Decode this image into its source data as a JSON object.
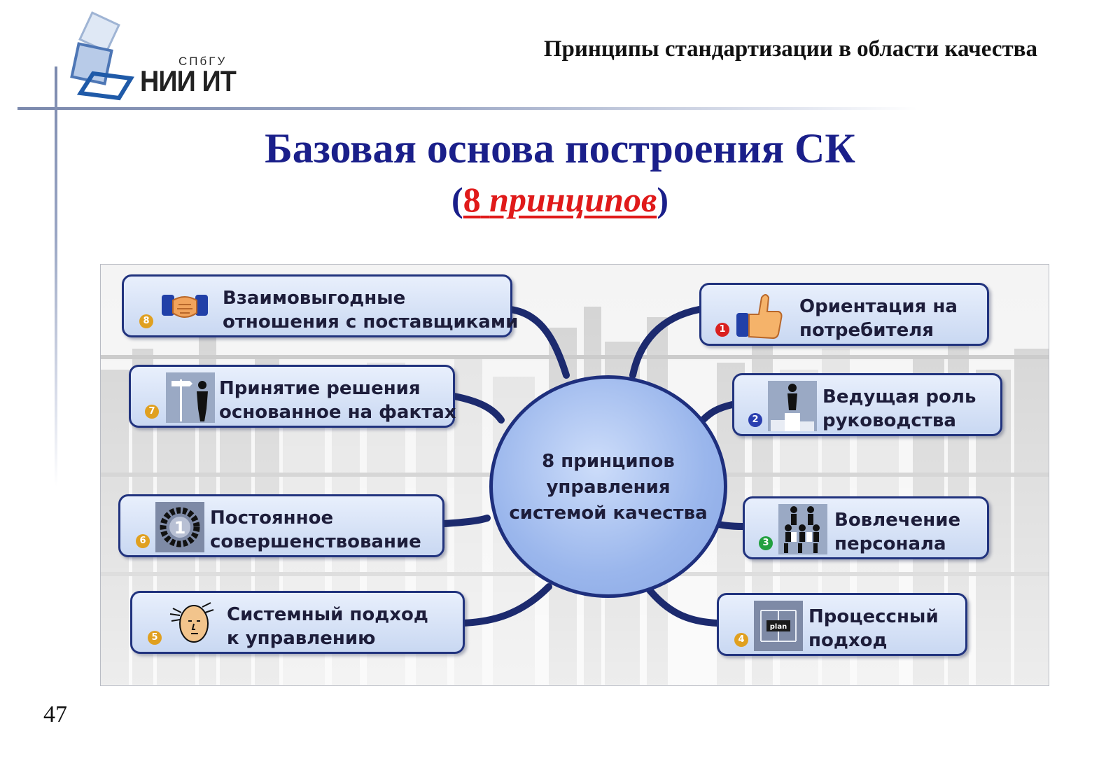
{
  "header": {
    "logo_org": "СПбГУ",
    "logo_name": "НИИ ИТ",
    "title": "Принципы стандартизации в области качества"
  },
  "slide": {
    "title": "Базовая основа построения СК",
    "subtitle_open": "(",
    "subtitle_num": "8",
    "subtitle_word": "принципов",
    "subtitle_close": ")",
    "page_number": "47"
  },
  "diagram": {
    "center_label": "8 принципов управления системой качества",
    "principles": [
      {
        "n": "1",
        "label": "Ориентация на потребителя",
        "icon": "thumbs-up-icon",
        "badge_color": "#d92020"
      },
      {
        "n": "2",
        "label": "Ведущая роль руководства",
        "icon": "podium-leader-icon",
        "badge_color": "#2a3fb0"
      },
      {
        "n": "3",
        "label": "Вовлечение персонала",
        "icon": "people-pyramid-icon",
        "badge_color": "#22a040"
      },
      {
        "n": "4",
        "label": "Процессный подход",
        "icon": "plan-flowchart-icon",
        "badge_color": "#e0a020"
      },
      {
        "n": "5",
        "label": "Системный подход к управлению",
        "icon": "thinking-head-icon",
        "badge_color": "#e0a020"
      },
      {
        "n": "6",
        "label": "Постоянное совершенствование",
        "icon": "laurel-number-one-icon",
        "badge_color": "#e0a020"
      },
      {
        "n": "7",
        "label": "Принятие решения основанное на фактах",
        "icon": "signpost-person-icon",
        "badge_color": "#e0a020"
      },
      {
        "n": "8",
        "label": "Взаимовыгодные отношения с поставщиками",
        "icon": "handshake-icon",
        "badge_color": "#e0a020"
      }
    ]
  }
}
